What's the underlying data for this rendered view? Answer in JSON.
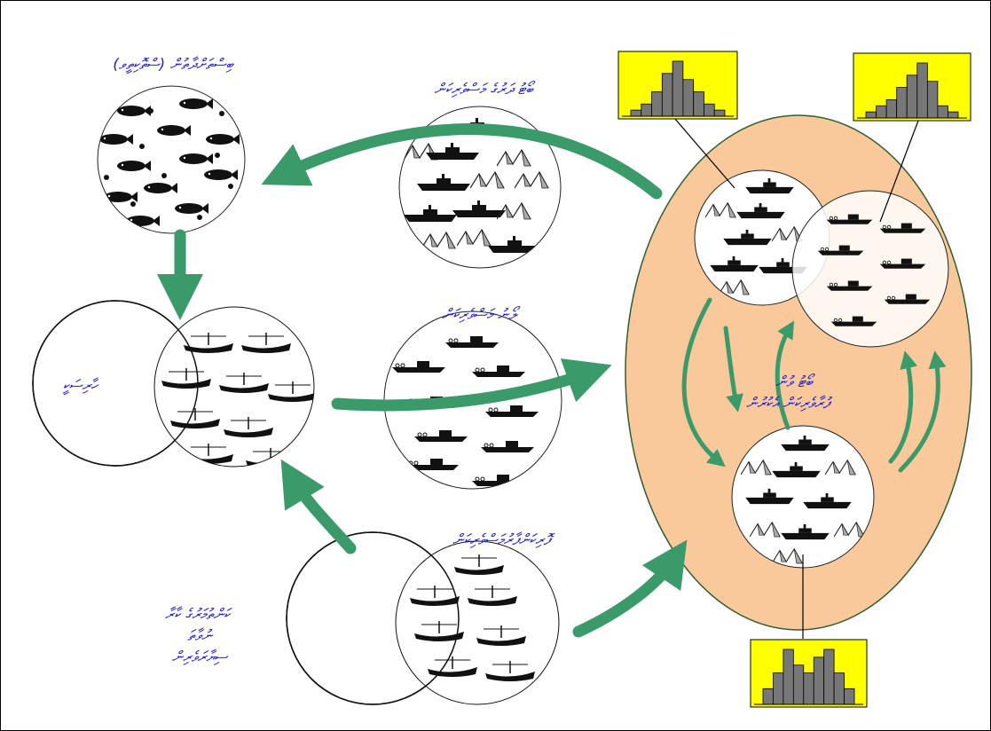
{
  "labels": {
    "fish_stock": "ބިސްތަށްދާތުން (ސްތޮކިތީވ)",
    "pole_line_fleet": "ބޯޓު ދަރުގެ މަސްވެރިކަން",
    "reef_area": "ހާރިސަކީ",
    "longline_fleet": "ލޯނު މަސްވެރިކަން",
    "center_mixed_a": "ބޯޓު ވުން",
    "center_mixed_b": "ފުރާވެރިކަން އެކުރުން",
    "handline_fleet": "ފޮރިކަންފާރުމަސްވެރިކަން",
    "bottom_note_1": "ކަންތުމަރުގެ ކާރާ",
    "bottom_note_2": "ނުވާތަ",
    "bottom_note_3": "ސިޔާރަވެރިން"
  },
  "colors": {
    "arrow": "#3a9a6a",
    "ellipse_fill": "#f9c89b",
    "ellipse_stroke": "#2f5f2f",
    "histogram_bg": "#ffff00",
    "bars": "#777777",
    "text": "#2222cc"
  },
  "histograms": [
    {
      "id": "top-left",
      "values": [
        1,
        2,
        4,
        7,
        9,
        6,
        4,
        2,
        1
      ]
    },
    {
      "id": "top-right",
      "values": [
        1,
        2,
        3,
        5,
        7,
        9,
        6,
        2,
        1
      ]
    },
    {
      "id": "bottom",
      "values": [
        2,
        4,
        7,
        5,
        4,
        6,
        7,
        4,
        2
      ]
    }
  ]
}
